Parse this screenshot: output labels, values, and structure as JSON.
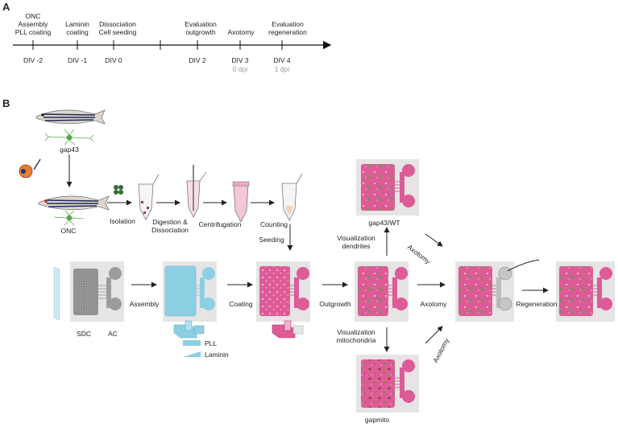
{
  "panels": {
    "a": "A",
    "b": "B"
  },
  "timeline": {
    "top_labels": [
      {
        "lines": [
          "ONC",
          "Assembly",
          "PLL coating"
        ]
      },
      {
        "lines": [
          "Laminin",
          "coating"
        ]
      },
      {
        "lines": [
          "Dissociation",
          "Cell seeding"
        ]
      },
      {
        "lines": [
          "Evaluation",
          "outgrowth"
        ]
      },
      {
        "lines": [
          "Axotomy"
        ]
      },
      {
        "lines": [
          "Evaluation",
          "regeneration"
        ]
      }
    ],
    "days": [
      "DIV -2",
      "DIV -1",
      "DIV 0",
      "DIV 2",
      "DIV 3",
      "DIV 4"
    ],
    "dpi": [
      "0 dpi",
      "1 dpi"
    ]
  },
  "workflow": {
    "fish_label": "gap43",
    "onc_label": "ONC",
    "isolation": "Isolation",
    "digestion": [
      "Digestion &",
      "Dissociation"
    ],
    "centrifugation": "Centrifugation",
    "counting": "Counting",
    "seeding": "Seeding",
    "sdc": "SDC",
    "ac": "AC",
    "assembly": "Assembly",
    "coating": "Coating",
    "outgrowth": "Outgrowth",
    "axotomy": "Axotomy",
    "regeneration": "Regeneration",
    "vis_dendrites": [
      "Visualization",
      "dendrites"
    ],
    "vis_mito": [
      "Visualization",
      "mitochondria"
    ],
    "gap43wt": "gap43/WT",
    "gapmito": "gapmito",
    "axotomy_top": "Axotomy",
    "axotomy_bottom": "Axotomy",
    "pll": "PLL",
    "laminin": "Laminin"
  },
  "colors": {
    "pink": "#e0609a",
    "blue": "#8ccfe3",
    "grey_chamber": "#9c9c9c",
    "panel_bg": "#e6e4e4"
  }
}
